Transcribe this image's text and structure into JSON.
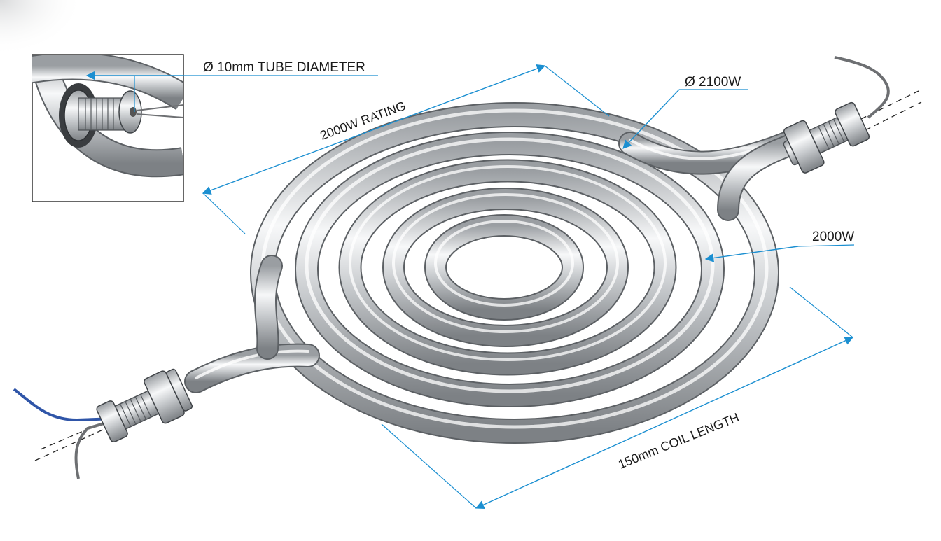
{
  "labels": {
    "tube_diameter": "Ø 10mm TUBE DIAMETER",
    "rating": "2000W RATING",
    "power_top": "Ø 2100W",
    "power_right": "2000W",
    "coil_length": "150mm COIL LENGTH"
  },
  "colors": {
    "dimension_blue": "#1b8fd1",
    "steel_light": "#f4f5f6",
    "steel_mid": "#c7cacd",
    "steel_dark": "#6f7377",
    "wire_blue": "#2f55a8",
    "wire_gray": "#6d6f72"
  }
}
